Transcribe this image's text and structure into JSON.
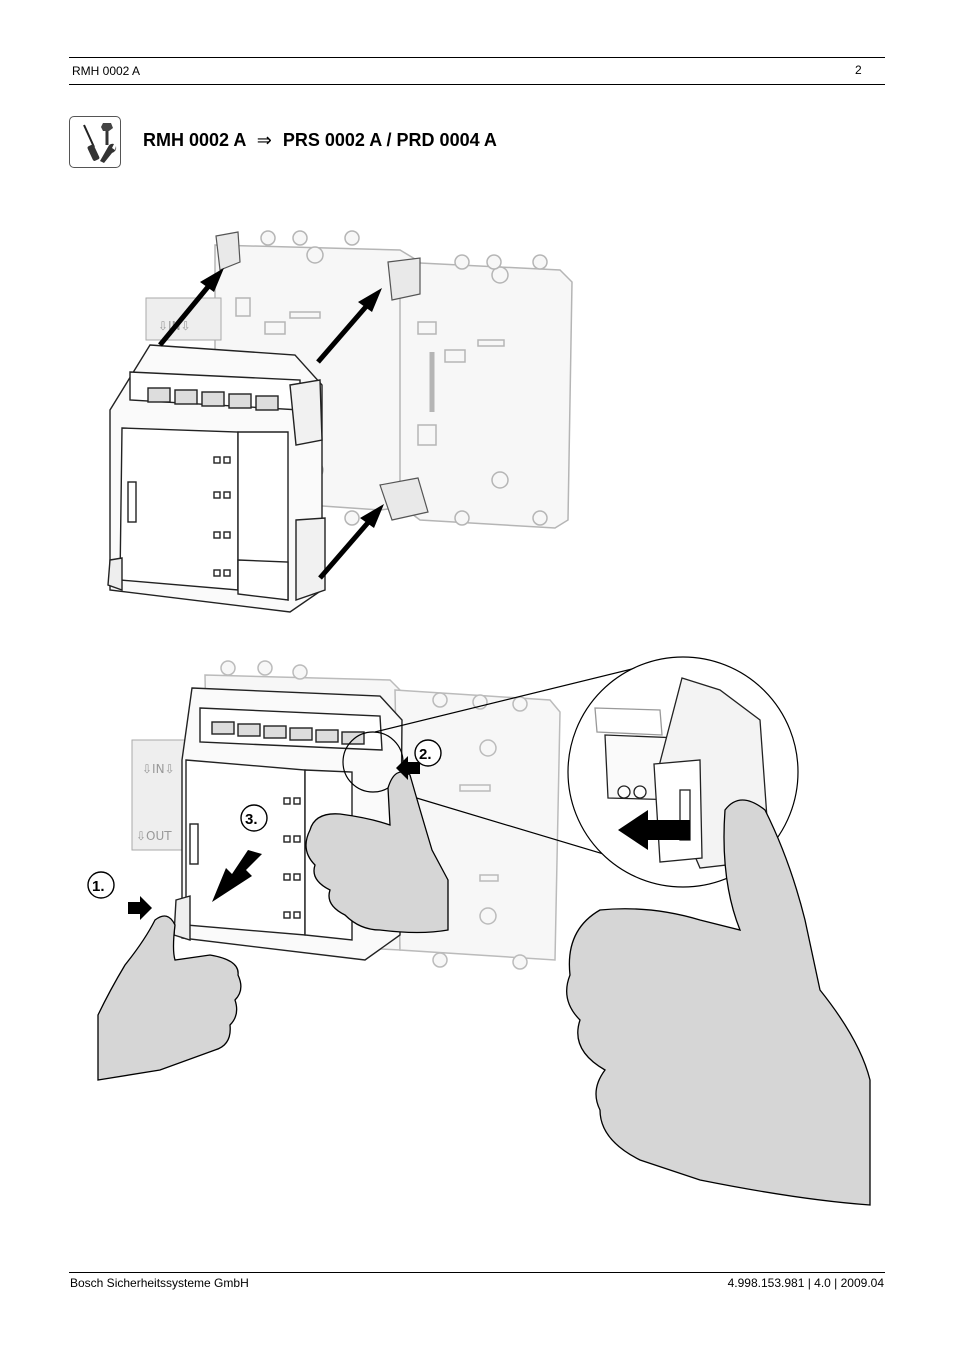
{
  "header": {
    "doc_id": "RMH 0002 A",
    "page_number": "2"
  },
  "title": {
    "part1": "RMH 0002 A",
    "arrow": "⇒",
    "part2": "PRS 0002 A / PRD 0004 A"
  },
  "figure": {
    "panel_labels": {
      "in_top": "⇩IN⇩",
      "in_bottom": "⇩IN⇩",
      "out_bottom": "⇩OUT"
    },
    "steps": [
      "1.",
      "2.",
      "3."
    ]
  },
  "footer": {
    "company": "Bosch Sicherheitssysteme GmbH",
    "doc_ref": "4.998.153.981 | 4.0 | 2009.04"
  },
  "colors": {
    "hand_fill": "#d6d6d6",
    "rail_fill": "#f5f5f5",
    "line": "#1a1a1a",
    "faded_line": "#b5b5b5"
  },
  "icons": [
    "screwdriver-wrench-icon"
  ]
}
